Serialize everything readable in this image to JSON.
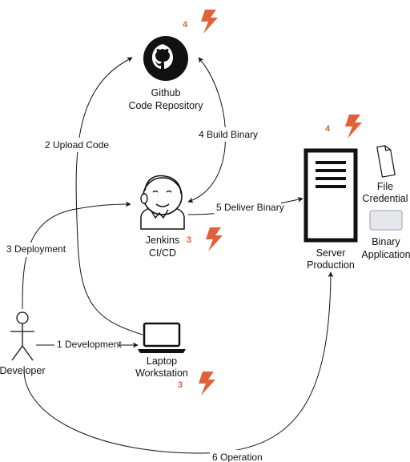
{
  "nodes": {
    "github": {
      "line1": "Github",
      "line2": "Code Repository"
    },
    "jenkins": {
      "line1": "Jenkins",
      "line2": "CI/CD"
    },
    "server": {
      "line1": "Server",
      "line2": "Production"
    },
    "file": {
      "line1": "File",
      "line2": "Credential"
    },
    "binary": {
      "line1": "Binary",
      "line2": "Application"
    },
    "laptop": {
      "line1": "Laptop",
      "line2": "Workstation"
    },
    "developer": {
      "label": "Developer"
    }
  },
  "edges": {
    "e1": "1 Development",
    "e2": "2 Upload Code",
    "e3": "3 Deployment",
    "e4": "4 Build Binary",
    "e5": "5 Deliver Binary",
    "e6": "6 Operation"
  },
  "badges": {
    "github": "4",
    "server": "4",
    "jenkins": "3",
    "laptop": "3"
  },
  "colors": {
    "accent": "#e0613a",
    "line": "#111111",
    "binary_fill": "#e6e8ee"
  },
  "icons": {
    "github": "github-icon",
    "jenkins": "jenkins-icon",
    "server": "server-icon",
    "file": "file-icon",
    "binary": "binary-icon",
    "laptop": "laptop-icon",
    "developer": "stick-figure-icon",
    "bolt": "lightning-bolt-icon"
  }
}
